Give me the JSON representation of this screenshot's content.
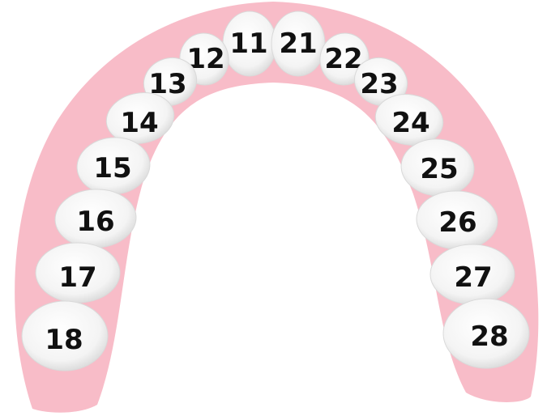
{
  "colors": {
    "gum": "#f8bcc8",
    "tooth_fill": "#ffffff",
    "tooth_shade": "#d9d9d9",
    "label": "#111111",
    "background": "#ffffff"
  },
  "teeth": [
    {
      "number": "11",
      "side": "upper-right"
    },
    {
      "number": "12",
      "side": "upper-right"
    },
    {
      "number": "13",
      "side": "upper-right"
    },
    {
      "number": "14",
      "side": "upper-right"
    },
    {
      "number": "15",
      "side": "upper-right"
    },
    {
      "number": "16",
      "side": "upper-right"
    },
    {
      "number": "17",
      "side": "upper-right"
    },
    {
      "number": "18",
      "side": "upper-right"
    },
    {
      "number": "21",
      "side": "upper-left"
    },
    {
      "number": "22",
      "side": "upper-left"
    },
    {
      "number": "23",
      "side": "upper-left"
    },
    {
      "number": "24",
      "side": "upper-left"
    },
    {
      "number": "25",
      "side": "upper-left"
    },
    {
      "number": "26",
      "side": "upper-left"
    },
    {
      "number": "27",
      "side": "upper-left"
    },
    {
      "number": "28",
      "side": "upper-left"
    }
  ]
}
